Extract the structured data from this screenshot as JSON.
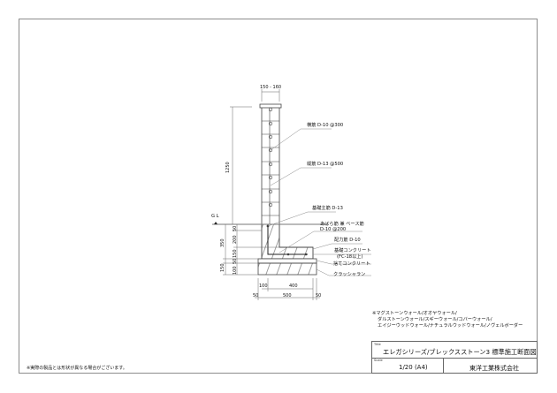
{
  "drawing": {
    "labels": {
      "top_width": "150 - 160",
      "height_total": "1250",
      "horizontal_rebar": "横筋 D-10 @300",
      "vertical_rebar": "縦筋 D-13 @500",
      "foundation_main_rebar": "基礎主筋 D-13",
      "rib_rebar_line1": "あばら筋 兼 ベース筋",
      "rib_rebar_line2": "D-10 @200",
      "distribution_rebar": "配力筋 D-10",
      "foundation_concrete_line1": "基礎コンクリート",
      "foundation_concrete_line2": "(FC-18以上)",
      "leveling_concrete": "捨てコンクリート",
      "crusher_run": "クラッシャラン",
      "gl": "G L"
    },
    "dimensions": {
      "d_50_top": "50",
      "d_200": "200",
      "d_350": "350",
      "d_150_a": "150",
      "d_50_b": "50",
      "d_100": "100",
      "d_150_b": "150",
      "bottom_100": "100",
      "bottom_400": "400",
      "bottom_500": "500",
      "bottom_50_left": "50",
      "bottom_50_right": "50"
    }
  },
  "notes": {
    "line1": "※マグストーンウォール/オオヤウォール/",
    "line2": "ダルストーンウォール/スギーウォール/コバーウォール/",
    "line3": "エイジーウッドウォール/ナチュラルウッドウォール/ノヴェルボーダー"
  },
  "title_block": {
    "title_caption": "Title",
    "title": "エレガシリーズ/ブレックスストーン3 標準施工断面図",
    "scale_caption": "Scale",
    "scale": "1/20 (A4)",
    "company": "東洋工業株式会社"
  },
  "disclaimer": "※実際の製品とは形状が異なる場合がございます。"
}
